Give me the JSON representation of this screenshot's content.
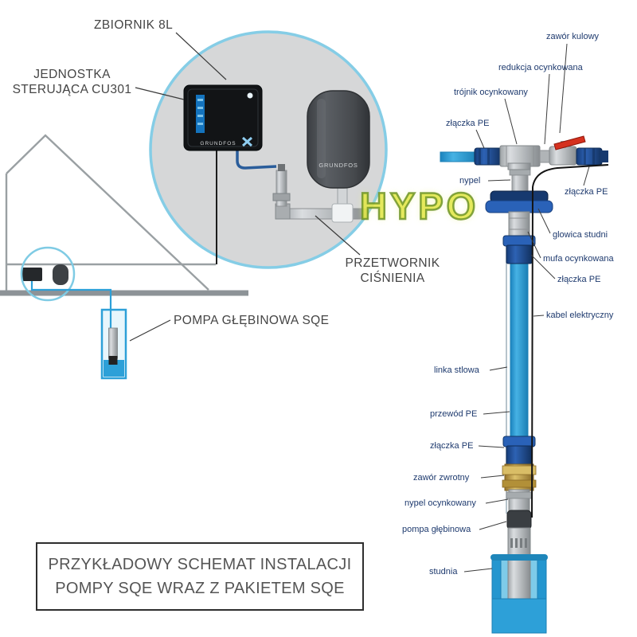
{
  "brand": "GRUNDFOS",
  "watermark": "HYPO",
  "caption_box": {
    "text": "PRZYKŁADOWY SCHEMAT INSTALACJI\nPOMPY SQE WRAZ Z PAKIETEM SQE"
  },
  "callouts": {
    "tank": "ZBIORNIK 8L",
    "control_unit": "JEDNOSTKA\nSTERUJĄCA CU301",
    "pressure_transducer": "PRZETWORNIK\nCIŚNIENIA",
    "pump": "POMPA GŁĘBINOWA SQE"
  },
  "part_labels": {
    "ball_valve": "zawór kulowy",
    "galvanized_reduction": "redukcja ocynkowana",
    "galvanized_tee": "trójnik ocynkowany",
    "pe_coupler_left": "złączka PE",
    "nipple": "nypel",
    "pe_coupler_right": "złączka PE",
    "well_head": "glowica studni",
    "galvanized_sleeve": "mufa ocynkowana",
    "pe_coupler_upper": "złączka PE",
    "electric_cable": "kabel elektryczny",
    "steel_line": "linka stlowa",
    "pe_pipe": "przewód PE",
    "pe_coupler_lower": "złączka PE",
    "check_valve": "zawór zwrotny",
    "galvanized_nipple": "nypel ocynkowany",
    "submersible_pump": "pompa głębinowa",
    "well": "studnia"
  },
  "colors": {
    "pipe_blue": "#2da0d8",
    "fitting_navy": "#1d4f9e",
    "flange_navy": "#16396f",
    "valve_red": "#d5311f",
    "brass": "#c7a44a",
    "label_navy": "#1e3a6e",
    "circle_stroke": "#85cde6",
    "watermark_yellow": "#dde23c"
  }
}
